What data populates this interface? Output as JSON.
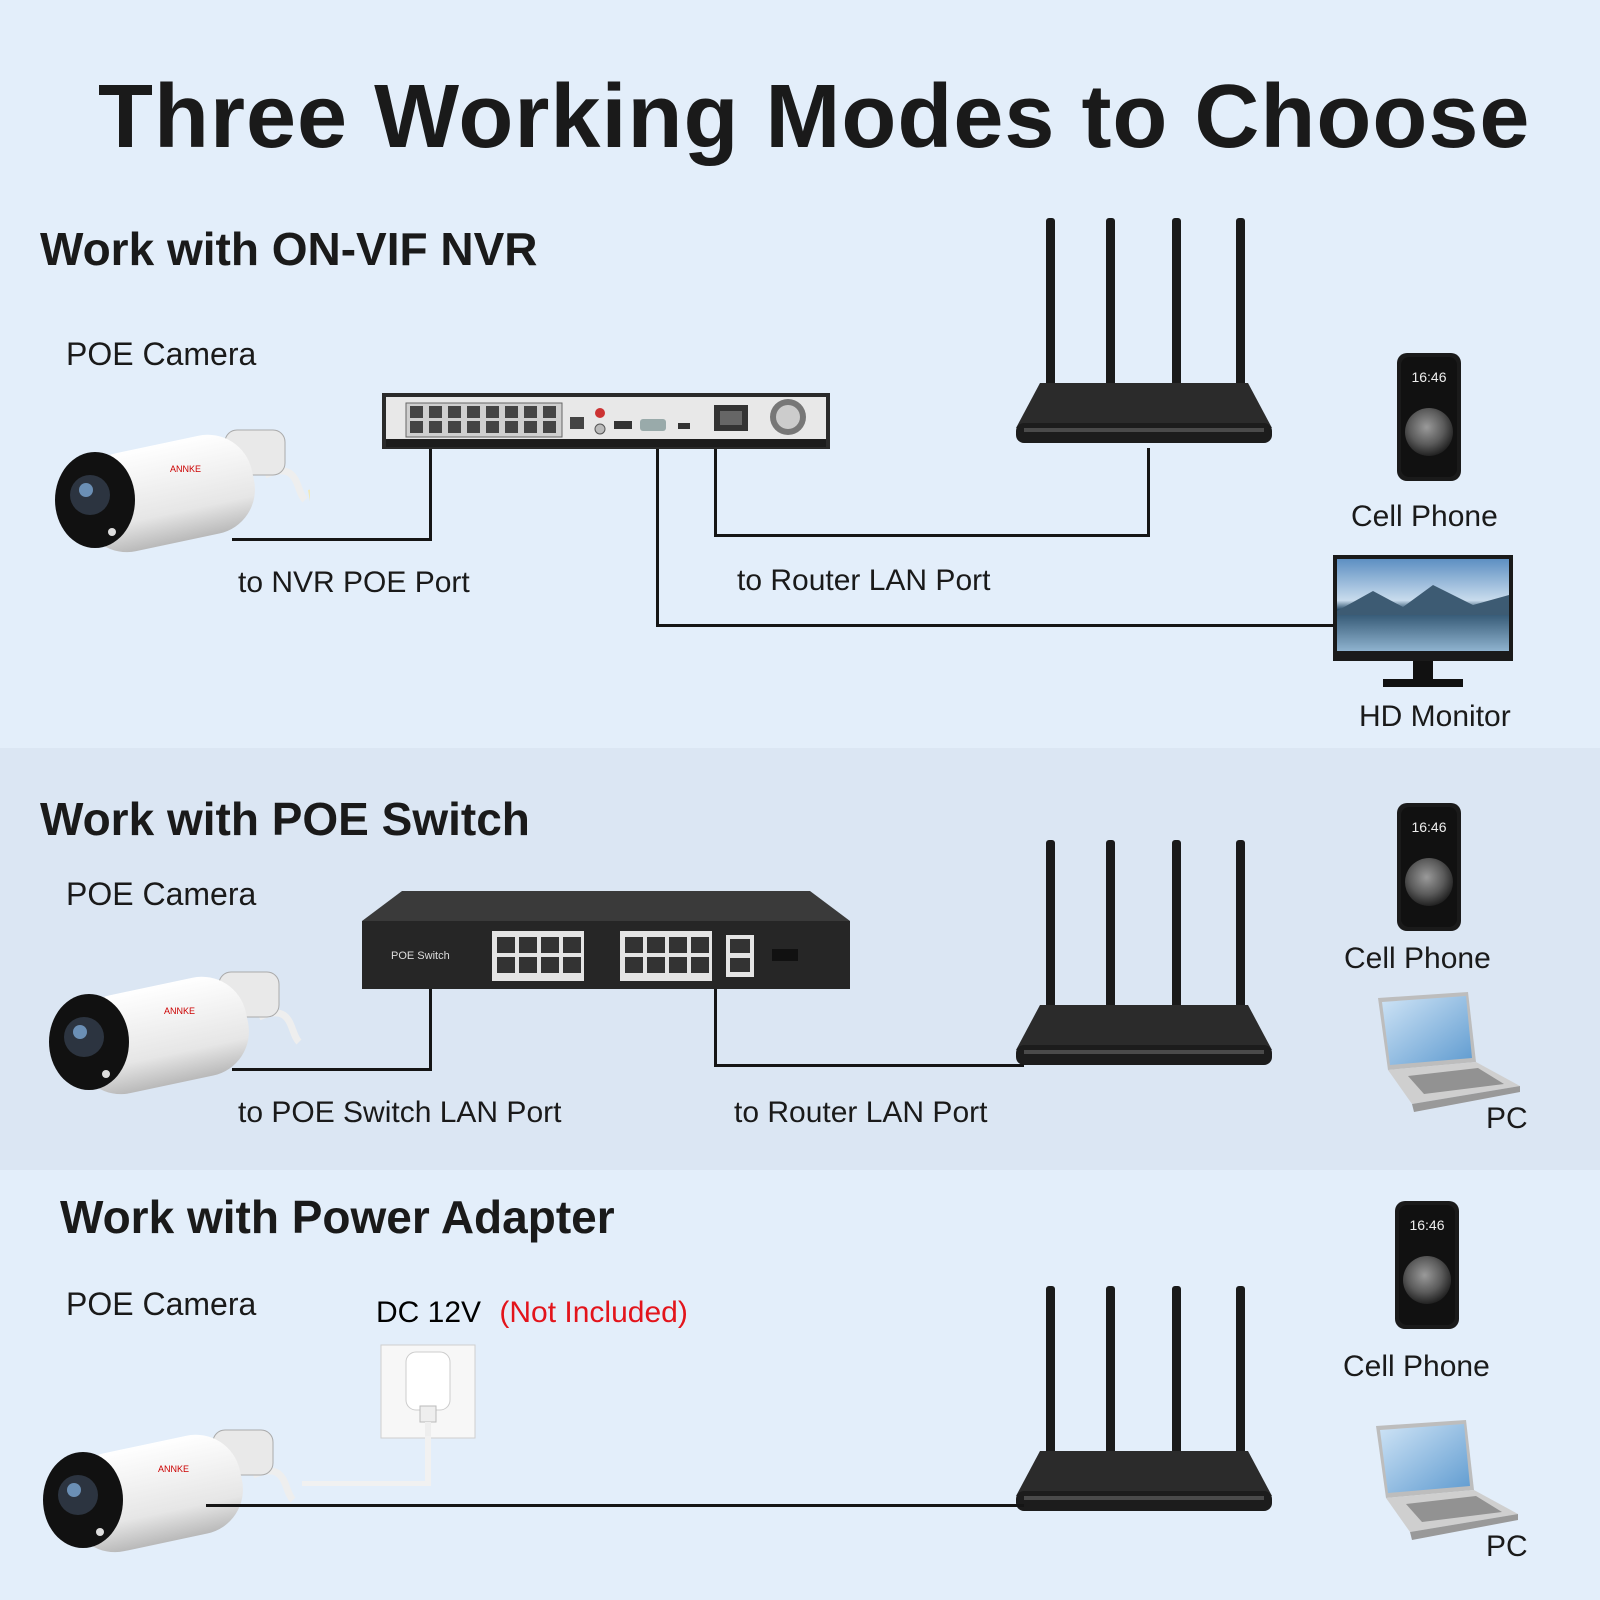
{
  "title": "Three Working Modes to Choose",
  "sections": [
    {
      "heading": "Work with ON-VIF NVR",
      "camera_label": "POE Camera",
      "link1_label": "to NVR POE Port",
      "link2_label": "to Router LAN Port",
      "devices": [
        "Cell Phone",
        "HD Monitor"
      ]
    },
    {
      "heading": "Work with POE Switch",
      "camera_label": "POE Camera",
      "switch_label": "POE Switch",
      "link1_label": "to POE Switch LAN Port",
      "link2_label": "to Router LAN Port",
      "devices": [
        "Cell Phone",
        "PC"
      ]
    },
    {
      "heading": "Work with Power Adapter",
      "camera_label": "POE Camera",
      "power_label": "DC 12V",
      "power_note": "(Not Included)",
      "devices": [
        "Cell Phone",
        "PC"
      ]
    }
  ],
  "phone_time": "16:46",
  "colors": {
    "background": "#e3eefa",
    "middle_band": "#dbe6f3",
    "note": "#e3141b",
    "wire": "#151515"
  }
}
